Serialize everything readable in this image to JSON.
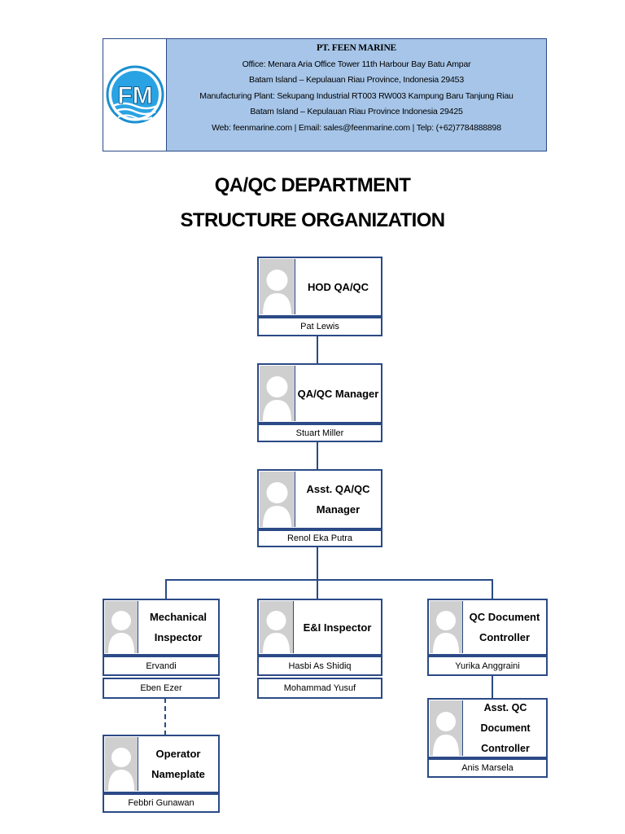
{
  "header": {
    "company": "PT. FEEN MARINE",
    "office": "Office:  Menara Aria Office Tower 11th Harbour Bay Batu Ampar",
    "office_city": "Batam Island – Kepulauan Riau Province, Indonesia  29453",
    "plant": "Manufacturing Plant: Sekupang Industrial RT003 RW003 Kampung Baru Tanjung Riau",
    "plant_city": "Batam Island – Kepulauan Riau Province Indonesia 29425",
    "contact": "Web: feenmarine.com | Email: sales@feenmarine.com | Telp: (+62)7784888898",
    "logo_text": "FM"
  },
  "title": {
    "line1": "QA/QC DEPARTMENT",
    "line2": "STRUCTURE ORGANIZATION"
  },
  "org": {
    "hod": {
      "role": "HOD QA/QC",
      "names": [
        "Pat Lewis"
      ]
    },
    "manager": {
      "role": "QA/QC Manager",
      "names": [
        "Stuart Miller"
      ]
    },
    "asst_manager": {
      "role_line1": "Asst. QA/QC",
      "role_line2": "Manager",
      "names": [
        "Renol Eka Putra"
      ]
    },
    "mechanical": {
      "role_line1": "Mechanical",
      "role_line2": "Inspector",
      "names": [
        "Ervandi",
        "Eben Ezer"
      ]
    },
    "ei": {
      "role": "E&I Inspector",
      "names": [
        "Hasbi As Shidiq",
        "Mohammad Yusuf"
      ]
    },
    "doc_controller": {
      "role_line1": "QC Document",
      "role_line2": "Controller",
      "names": [
        "Yurika Anggraini"
      ]
    },
    "operator": {
      "role_line1": "Operator",
      "role_line2": "Nameplate",
      "names": [
        "Febbri Gunawan"
      ]
    },
    "asst_doc_controller": {
      "role_line1": "Asst. QC Document",
      "role_line2": "Controller",
      "names": [
        "Anis Marsela"
      ]
    }
  },
  "colors": {
    "border": "#2b4a86",
    "header_bg": "#a6c5e8",
    "logo_blue": "#1a8fd0"
  }
}
